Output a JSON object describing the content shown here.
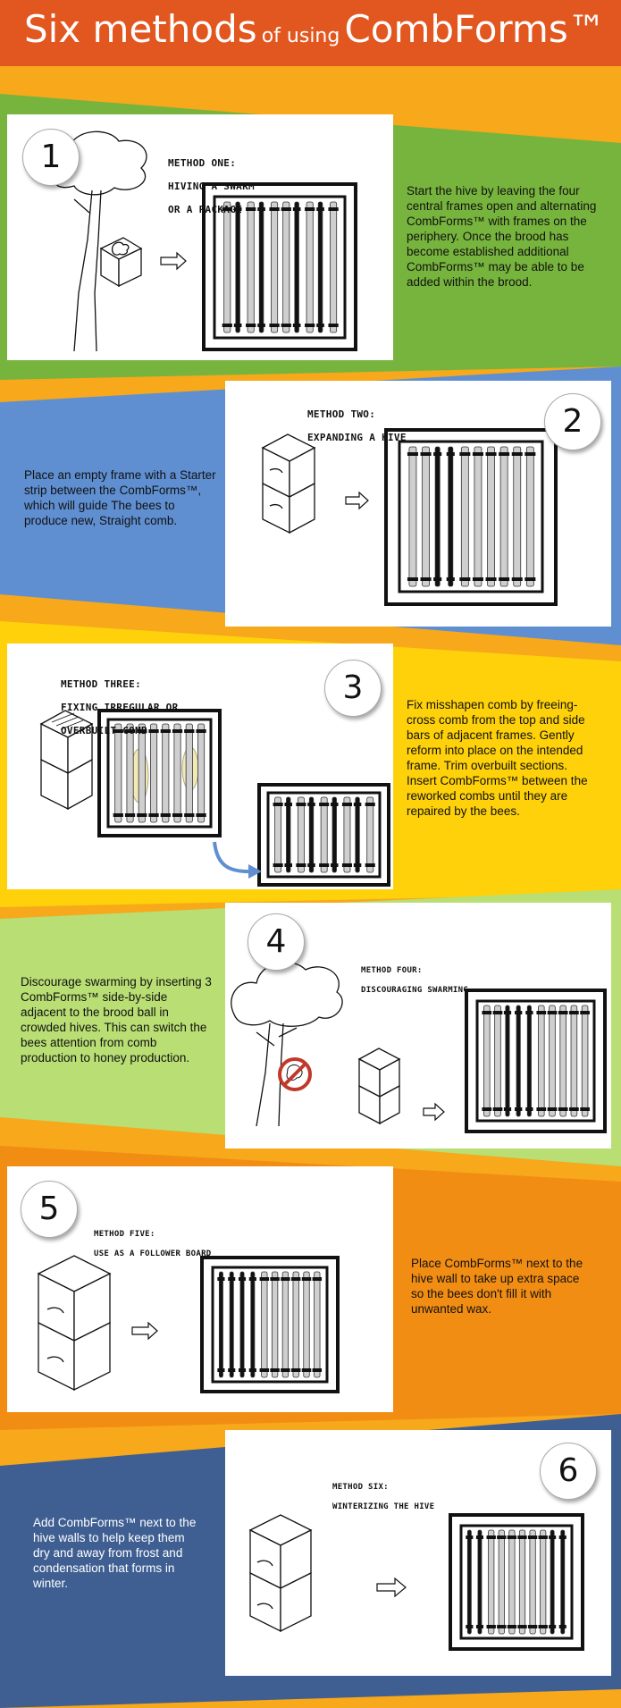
{
  "title": {
    "part1": "Six methods",
    "part2": "of using",
    "part3": "CombForms™"
  },
  "colors": {
    "title_red": "#e2561f",
    "orange": "#f7a81b",
    "green": "#77b43d",
    "blue": "#5f8fd1",
    "yellow": "#fed10a",
    "light_green": "#b9de74",
    "deep_orange": "#f28d14",
    "navy": "#3f5f92"
  },
  "methods": [
    {
      "number": "1",
      "label_line1": "METHOD ONE:",
      "label_line2": "HIVING A SWARM",
      "label_line3": "OR A PACKAGE",
      "description": "Start the hive by leaving the four central frames open and alternating CombForms™ with frames on the periphery. Once the brood has become established additional CombForms™ may be able to be added within the brood."
    },
    {
      "number": "2",
      "label_line1": "METHOD TWO:",
      "label_line2": "EXPANDING A HIVE",
      "description": "Place an empty frame with a Starter strip between the CombForms™, which will guide The bees to produce new, Straight comb."
    },
    {
      "number": "3",
      "label_line1": "METHOD THREE:",
      "label_line2": "FIXING IRREGULAR OR",
      "label_line3": "OVERBUILT COMB",
      "description": "Fix misshapen comb by freeing-cross comb from the top and side bars of adjacent frames. Gently reform into place on the intended frame. Trim overbuilt sections. Insert CombForms™ between the reworked combs until they are repaired by the bees."
    },
    {
      "number": "4",
      "label_line1": "METHOD FOUR:",
      "label_line2": "DISCOURAGING SWARMING",
      "description": "Discourage swarming by inserting 3 CombForms™ side-by-side adjacent to the brood ball in crowded hives. This can switch the bees attention from comb production to honey production."
    },
    {
      "number": "5",
      "label_line1": "METHOD FIVE:",
      "label_line2": "USE AS A FOLLOWER BOARD",
      "description": "Place CombForms™ next to the hive wall to take up extra space so the bees don't fill it with unwanted wax."
    },
    {
      "number": "6",
      "label_line1": "METHOD SIX:",
      "label_line2": "WINTERIZING THE HIVE",
      "description": "Add CombForms™ next to the hive walls to help keep them dry and away from frost and condensation that forms in winter."
    }
  ]
}
